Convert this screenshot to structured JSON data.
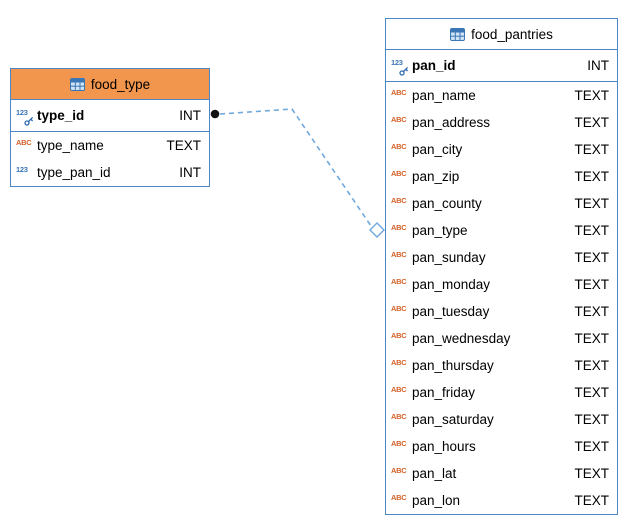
{
  "diagram": {
    "colors": {
      "table_border": "#4a86c8",
      "connector": "#6fa8dc",
      "endpoint_dot": "#111111",
      "number_icon": "#3a76b5",
      "text_icon": "#d4622a",
      "food_type_header": "#f2954d",
      "food_pantries_header": "#ffffff"
    },
    "connector": {
      "style": "dashed",
      "from_table": "food_type",
      "from_column": "type_id",
      "to_table": "food_pantries",
      "from_marker": "filled-dot",
      "to_marker": "open-diamond"
    },
    "tables": [
      {
        "title": "food_type",
        "header_color": "#f2954d",
        "columns": [
          {
            "name": "type_id",
            "type": "INT",
            "icon": "number-key-icon",
            "pk": true
          },
          {
            "name": "type_name",
            "type": "TEXT",
            "icon": "text-icon",
            "pk": false
          },
          {
            "name": "type_pan_id",
            "type": "INT",
            "icon": "number-icon",
            "pk": false
          }
        ]
      },
      {
        "title": "food_pantries",
        "header_color": "#ffffff",
        "columns": [
          {
            "name": "pan_id",
            "type": "INT",
            "icon": "number-key-icon",
            "pk": true
          },
          {
            "name": "pan_name",
            "type": "TEXT",
            "icon": "text-icon",
            "pk": false
          },
          {
            "name": "pan_address",
            "type": "TEXT",
            "icon": "text-icon",
            "pk": false
          },
          {
            "name": "pan_city",
            "type": "TEXT",
            "icon": "text-icon",
            "pk": false
          },
          {
            "name": "pan_zip",
            "type": "TEXT",
            "icon": "text-icon",
            "pk": false
          },
          {
            "name": "pan_county",
            "type": "TEXT",
            "icon": "text-icon",
            "pk": false
          },
          {
            "name": "pan_type",
            "type": "TEXT",
            "icon": "text-icon",
            "pk": false
          },
          {
            "name": "pan_sunday",
            "type": "TEXT",
            "icon": "text-icon",
            "pk": false
          },
          {
            "name": "pan_monday",
            "type": "TEXT",
            "icon": "text-icon",
            "pk": false
          },
          {
            "name": "pan_tuesday",
            "type": "TEXT",
            "icon": "text-icon",
            "pk": false
          },
          {
            "name": "pan_wednesday",
            "type": "TEXT",
            "icon": "text-icon",
            "pk": false
          },
          {
            "name": "pan_thursday",
            "type": "TEXT",
            "icon": "text-icon",
            "pk": false
          },
          {
            "name": "pan_friday",
            "type": "TEXT",
            "icon": "text-icon",
            "pk": false
          },
          {
            "name": "pan_saturday",
            "type": "TEXT",
            "icon": "text-icon",
            "pk": false
          },
          {
            "name": "pan_hours",
            "type": "TEXT",
            "icon": "text-icon",
            "pk": false
          },
          {
            "name": "pan_lat",
            "type": "TEXT",
            "icon": "text-icon",
            "pk": false
          },
          {
            "name": "pan_lon",
            "type": "TEXT",
            "icon": "text-icon",
            "pk": false
          }
        ]
      }
    ]
  }
}
